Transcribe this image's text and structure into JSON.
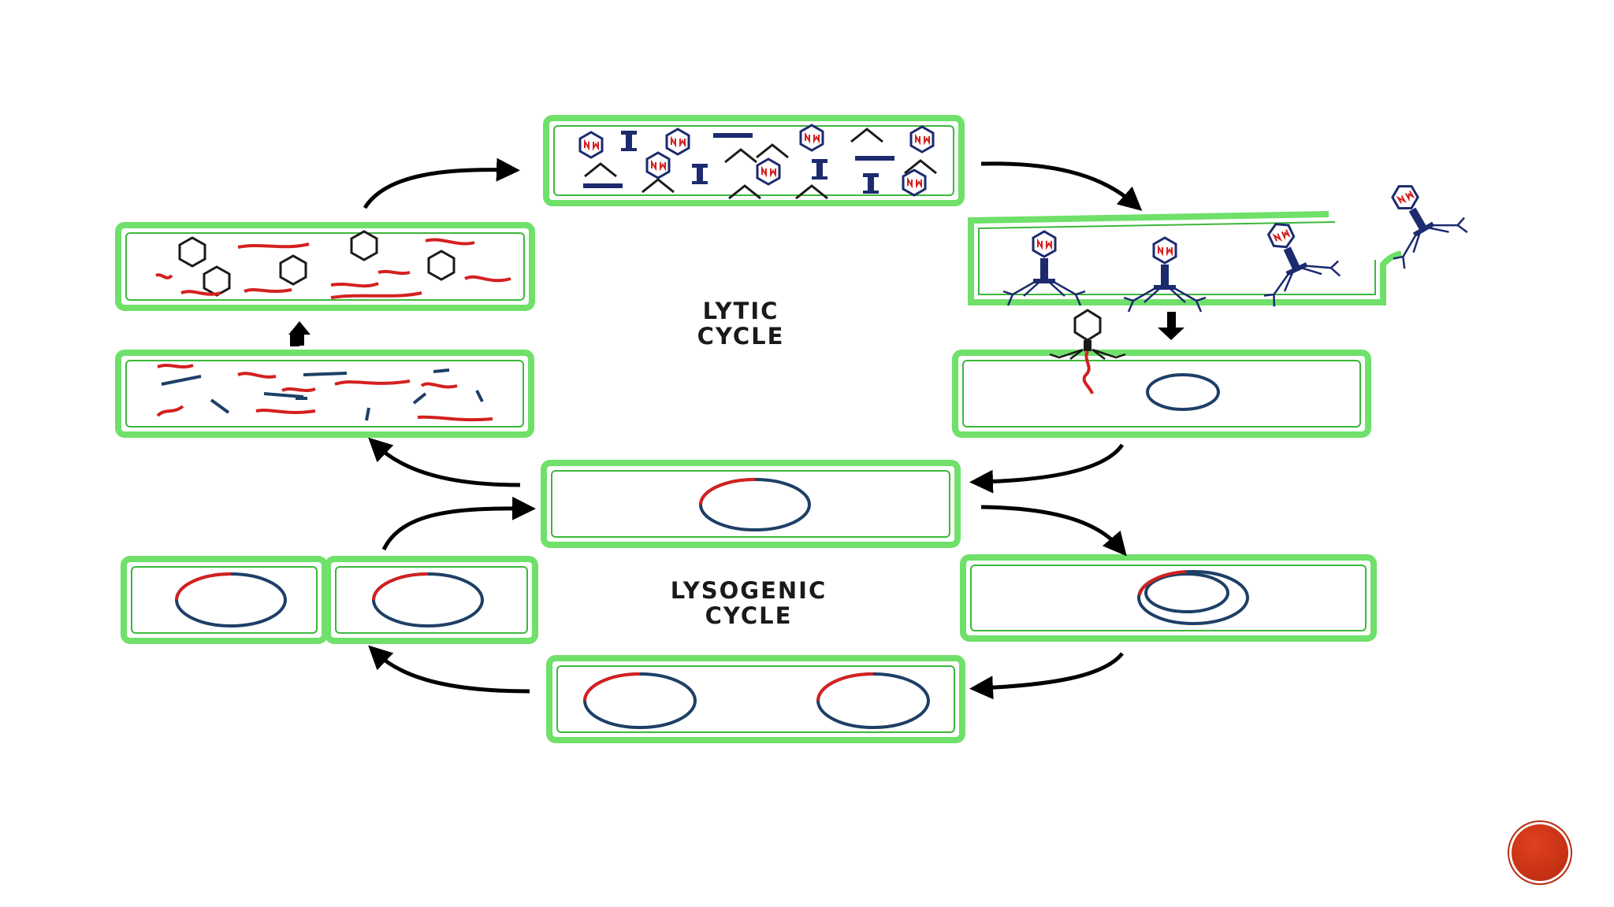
{
  "diagram": {
    "lytic_label": [
      "LYTIC",
      "CYCLE"
    ],
    "lysogenic_label": [
      "LYSOGENIC",
      "CYCLE"
    ]
  },
  "colors": {
    "cell_wall": "#6fe06a",
    "cell_wall_dark": "#3cb83a",
    "viral_dna": "#d42020",
    "host_dna": "#1e3f66",
    "phage": "#1c2a6e",
    "arrow": "#000000",
    "nav_button": "#c0310f"
  },
  "icons": [
    "bacteriophage-icon",
    "phage-head-icon",
    "phage-tail-icon",
    "dna-fragment-icon",
    "plasmid-icon",
    "nav-button"
  ]
}
